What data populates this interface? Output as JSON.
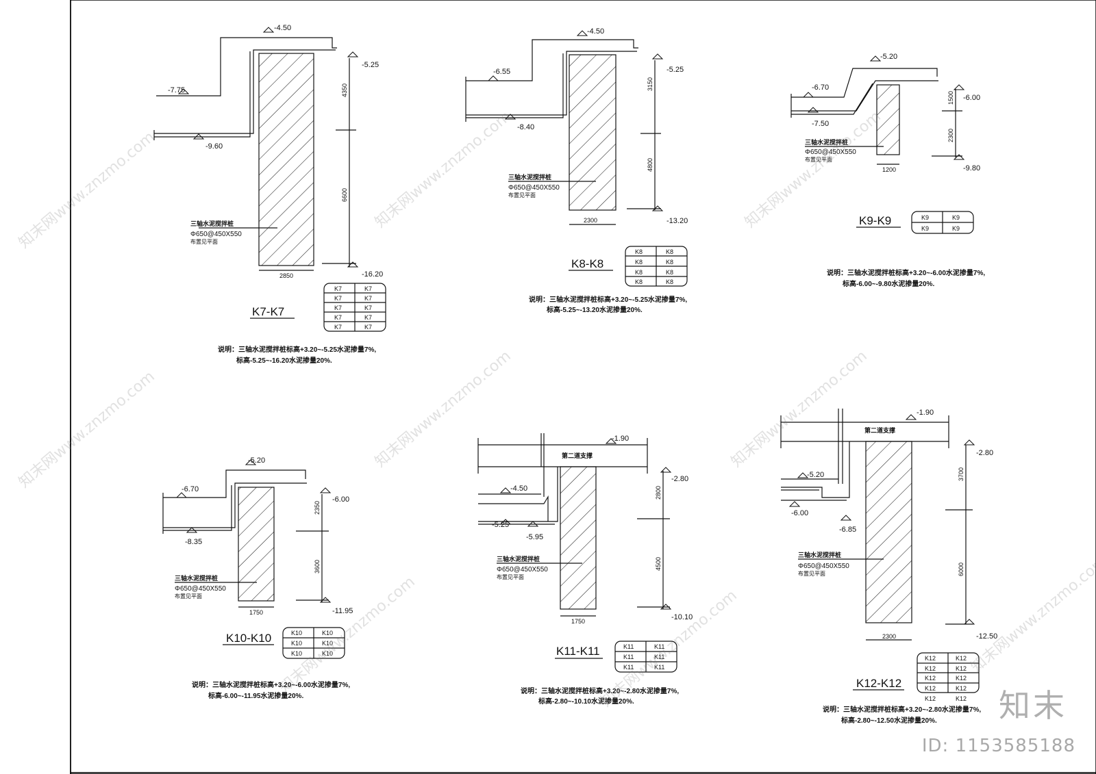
{
  "sections": [
    {
      "id": "K7",
      "title": "K7-K7",
      "levels": [
        "-4.50",
        "-7.75",
        "-9.60",
        "-5.25",
        "-16.20"
      ],
      "dims": [
        "4350",
        "6600"
      ],
      "width": "2850",
      "pile": [
        "三轴水泥搅拌桩",
        "Φ650@450X550",
        "布置见平面"
      ],
      "tags": [
        "K7",
        "K7",
        "K7",
        "K7",
        "K7",
        "K7",
        "K7",
        "K7",
        "K7",
        "K7"
      ],
      "note1": "说明：三轴水泥搅拌桩标高+3.20~-5.25水泥掺量7%,",
      "note2": "标高-5.25~-16.20水泥掺量20%."
    },
    {
      "id": "K8",
      "title": "K8-K8",
      "levels": [
        "-4.50",
        "-6.55",
        "-8.40",
        "-5.25",
        "-13.20"
      ],
      "dims": [
        "3150",
        "4800"
      ],
      "width": "2300",
      "pile": [
        "三轴水泥搅拌桩",
        "Φ650@450X550",
        "布置见平面"
      ],
      "tags": [
        "K8",
        "K8",
        "K8",
        "K8",
        "K8",
        "K8",
        "K8",
        "K8"
      ],
      "note1": "说明：三轴水泥搅拌桩标高+3.20~-5.25水泥掺量7%,",
      "note2": "标高-5.25~-13.20水泥掺量20%."
    },
    {
      "id": "K9",
      "title": "K9-K9",
      "levels": [
        "-5.20",
        "-6.70",
        "-7.50",
        "-6.00",
        "-9.80"
      ],
      "dims": [
        "1500",
        "2300"
      ],
      "width": "1200",
      "pile": [
        "三轴水泥搅拌桩",
        "Φ650@450X550",
        "布置见平面"
      ],
      "tags": [
        "K9",
        "K9",
        "K9",
        "K9"
      ],
      "note1": "说明：三轴水泥搅拌桩标高+3.20~-6.00水泥掺量7%,",
      "note2": "标高-6.00~-9.80水泥掺量20%."
    },
    {
      "id": "K10",
      "title": "K10-K10",
      "levels": [
        "-5.20",
        "-6.70",
        "-8.35",
        "-6.00",
        "-11.95"
      ],
      "dims": [
        "2350",
        "3600"
      ],
      "width": "1750",
      "pile": [
        "三轴水泥搅拌桩",
        "Φ650@450X550",
        "布置见平面"
      ],
      "tags": [
        "K10",
        "K10",
        "K10",
        "K10",
        "K10",
        "K10"
      ],
      "note1": "说明：三轴水泥搅拌桩标高+3.20~-6.00水泥掺量7%,",
      "note2": "标高-6.00~-11.95水泥掺量20%."
    },
    {
      "id": "K11",
      "title": "K11-K11",
      "levels": [
        "-1.90",
        "-4.50",
        "-5.25",
        "-5.95",
        "-2.80",
        "-10.10"
      ],
      "dims": [
        "2800",
        "4500"
      ],
      "width": "1750",
      "brace": "第二道支撑",
      "pile": [
        "三轴水泥搅拌桩",
        "Φ650@450X550",
        "布置见平面"
      ],
      "tags": [
        "K11",
        "K11",
        "K11",
        "K11",
        "K11",
        "K11"
      ],
      "note1": "说明：三轴水泥搅拌桩标高+3.20~-2.80水泥掺量7%,",
      "note2": "标高-2.80~-10.10水泥掺量20%."
    },
    {
      "id": "K12",
      "title": "K12-K12",
      "levels": [
        "-1.90",
        "-5.20",
        "-6.00",
        "-6.85",
        "-2.80",
        "-12.50"
      ],
      "dims": [
        "3700",
        "6000"
      ],
      "width": "2300",
      "brace": "第二道支撑",
      "pile": [
        "三轴水泥搅拌桩",
        "Φ650@450X550",
        "布置见平面"
      ],
      "tags": [
        "K12",
        "K12",
        "K12",
        "K12",
        "K12",
        "K12",
        "K12",
        "K12",
        "K12",
        "K12"
      ],
      "note1": "说明：三轴水泥搅拌桩标高+3.20~-2.80水泥掺量7%,",
      "note2": "标高-2.80~-12.50水泥掺量20%."
    }
  ],
  "watermark": {
    "site": "知末网www.znzmo.com",
    "brand": "知末",
    "id": "ID: 1153585188"
  }
}
